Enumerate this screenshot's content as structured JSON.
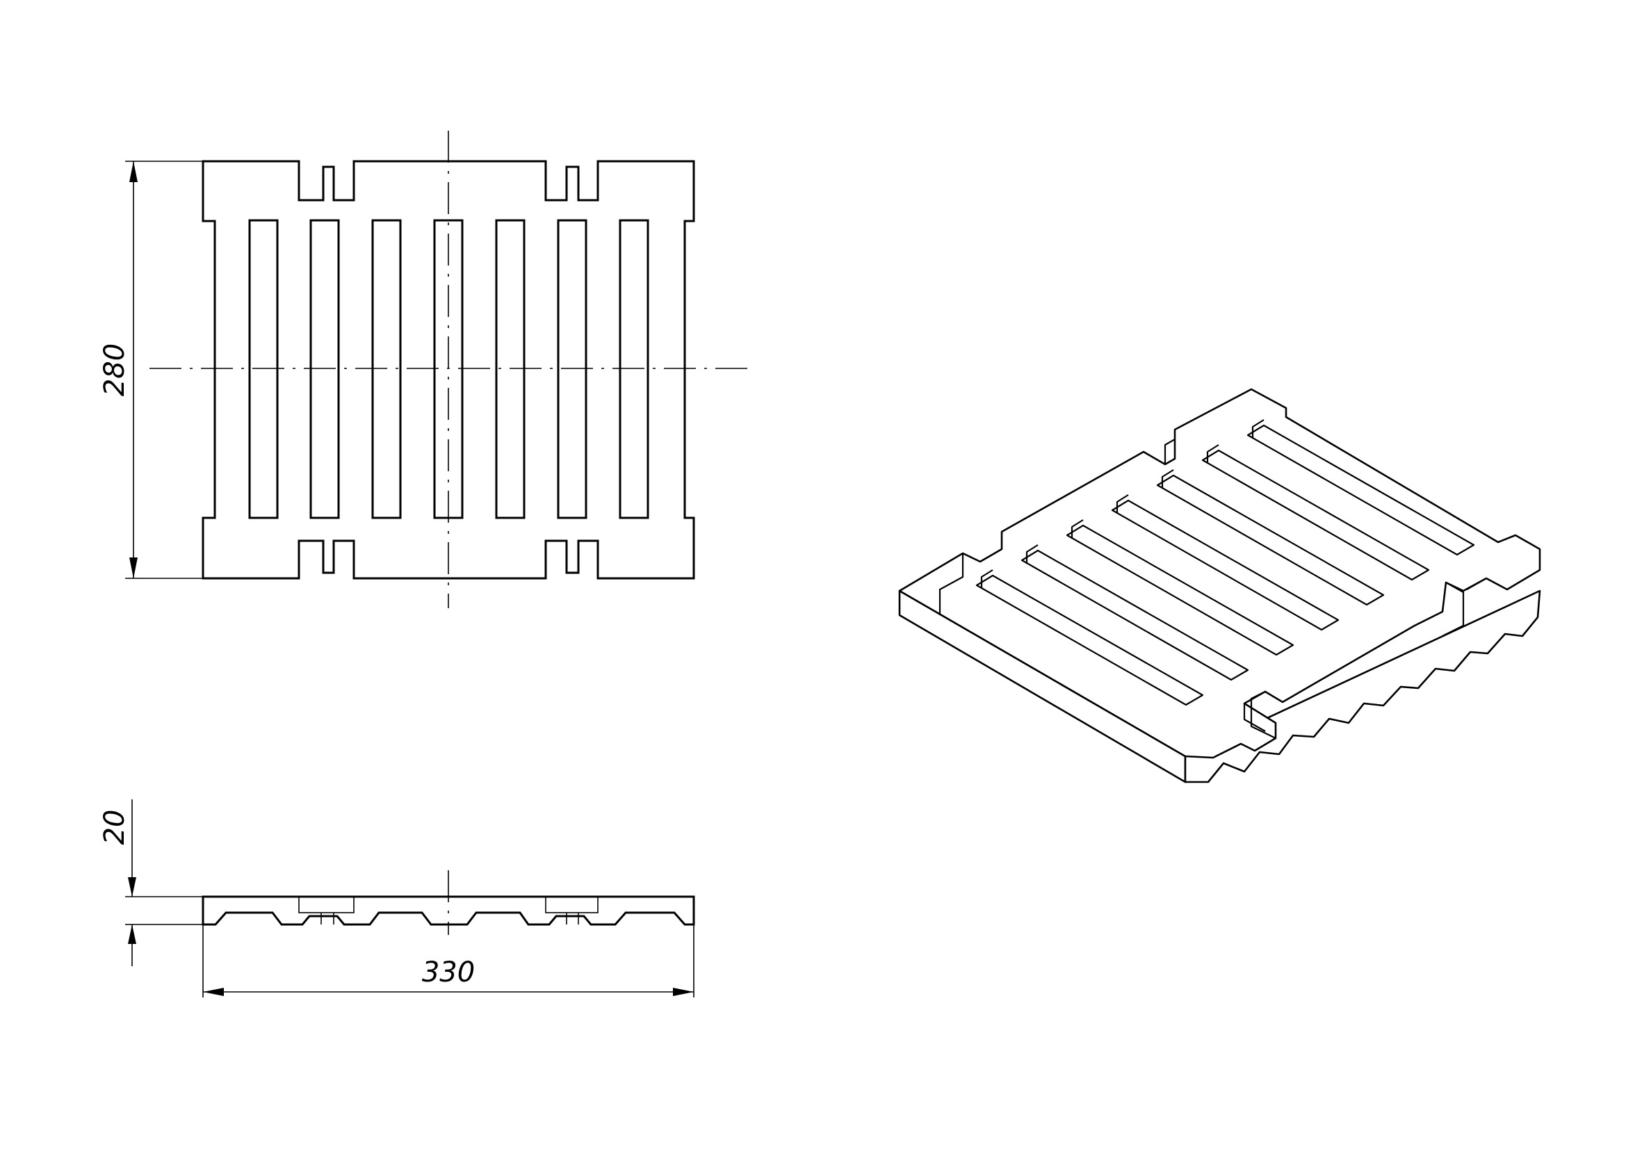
{
  "dimensions": {
    "height": "280",
    "thickness": "20",
    "width": "330"
  }
}
